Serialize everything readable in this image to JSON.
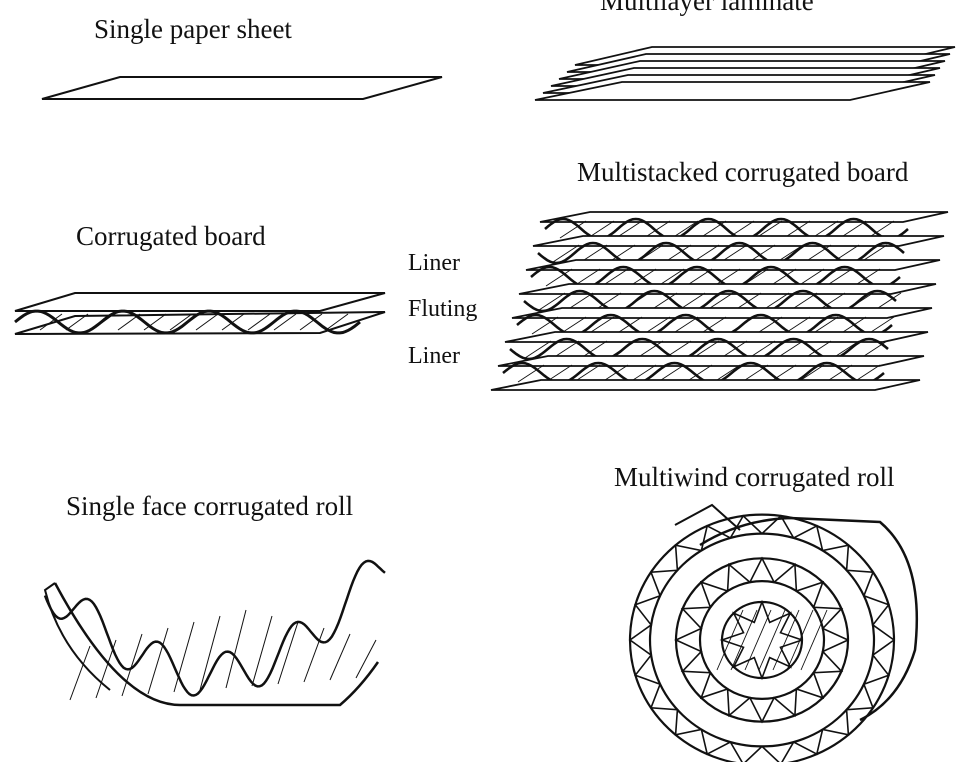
{
  "panels": {
    "single_sheet": {
      "title": "Single paper sheet"
    },
    "laminate": {
      "title": "Multilayer laminate"
    },
    "corrugated_board": {
      "title": "Corrugated board",
      "parts": [
        "Liner",
        "Fluting",
        "Liner"
      ]
    },
    "multistack": {
      "title": "Multistacked corrugated board"
    },
    "single_face_roll": {
      "title": "Single face corrugated roll"
    },
    "multiwind_roll": {
      "title": "Multiwind corrugated roll"
    }
  },
  "colors": {
    "ink": "#111111",
    "background": "#ffffff"
  }
}
